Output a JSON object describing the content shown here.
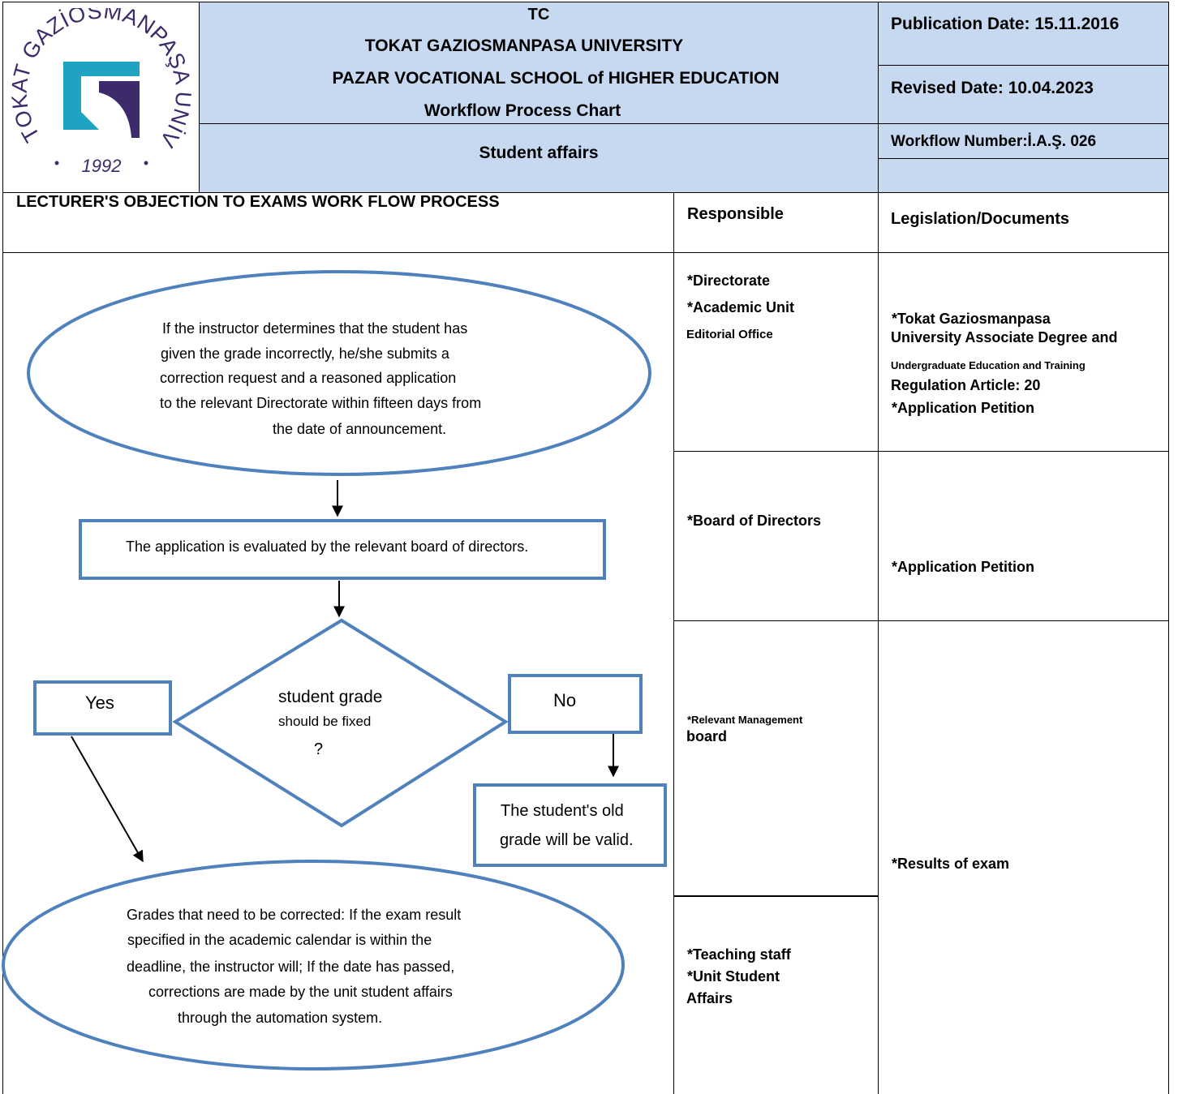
{
  "header": {
    "logo": {
      "ring_text": "TOKAT GAZİOSMANPAŞA ÜNİVERSİTESİ",
      "year": "1992",
      "colors": {
        "ring": "#3d2a6b",
        "teal": "#1fa3c3",
        "purple": "#3d2a6b"
      }
    },
    "institution": {
      "line1": "TC",
      "line2": "TOKAT GAZIOSMANPASA UNIVERSITY",
      "line3": "PAZAR VOCATIONAL SCHOOL of HIGHER EDUCATION",
      "line4": "Workflow  Process Chart"
    },
    "unit": "Student affairs",
    "publication_date": "Publication Date: 15.11.2016",
    "revised_date": "Revised Date: 10.04.2023",
    "workflow_number": "Workflow Number:İ.A.Ş. 026"
  },
  "section": {
    "title": "LECTURER'S OBJECTION TO EXAMS WORK FLOW PROCESS",
    "responsible_header": "Responsible",
    "legislation_header": "Legislation/Documents"
  },
  "flow": {
    "start_ellipse": [
      "If the instructor determines that the student has",
      "given the grade incorrectly, he/she submits a",
      "correction request and a reasoned application",
      "to the relevant Directorate within fifteen days from",
      "the date of announcement."
    ],
    "process_box": "The application is evaluated by the relevant board of directors.",
    "decision": {
      "line1": "student grade",
      "line2": "should be fixed",
      "line3": "?"
    },
    "yes_label": "Yes",
    "no_label": "No",
    "no_result": [
      "The student's old",
      "grade will be valid."
    ],
    "end_ellipse": [
      "Grades that need to be corrected: If the exam result",
      "specified in the academic calendar is within the",
      "deadline, the instructor will; If the date has passed,",
      "corrections are made by the unit student affairs",
      "through the automation system."
    ],
    "colors": {
      "shape_border": "#4f81bd",
      "arrow": "#000000"
    }
  },
  "responsible": {
    "row1": {
      "line1": "*Directorate",
      "line2": "*Academic Unit",
      "line3": "Editorial Office"
    },
    "row2": "*Board of Directors",
    "row3": {
      "line1": "*Relevant Management",
      "line2": "board"
    },
    "row4": {
      "line1": "*Teaching staff",
      "line2": "*Unit Student",
      "line3": "Affairs"
    }
  },
  "legislation": {
    "row1": {
      "line1": "*Tokat Gaziosmanpasa",
      "line2": "University Associate Degree and",
      "line3": "Undergraduate Education and Training",
      "line4": "Regulation Article: 20",
      "line5": "*Application Petition"
    },
    "row2": "*Application Petition",
    "row3": "*Results of exam"
  }
}
